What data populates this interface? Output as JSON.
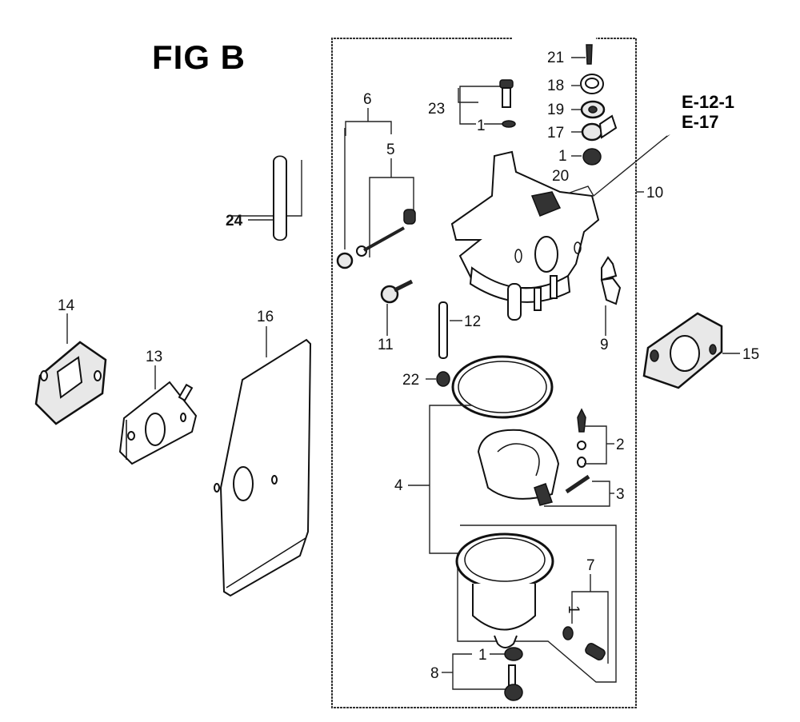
{
  "figure": {
    "title": "FIG B",
    "references": [
      "E-12-1",
      "E-17"
    ]
  },
  "callouts": {
    "c1a": "1",
    "c1b": "1",
    "c1c": "1",
    "c1d": "1",
    "c2": "2",
    "c3": "3",
    "c4": "4",
    "c5": "5",
    "c6": "6",
    "c7": "7",
    "c8": "8",
    "c9": "9",
    "c10": "10",
    "c11": "11",
    "c12": "12",
    "c13": "13",
    "c14": "14",
    "c15": "15",
    "c16": "16",
    "c17": "17",
    "c18": "18",
    "c19": "19",
    "c20": "20",
    "c21": "21",
    "c22": "22",
    "c23": "23",
    "c24": "24"
  }
}
